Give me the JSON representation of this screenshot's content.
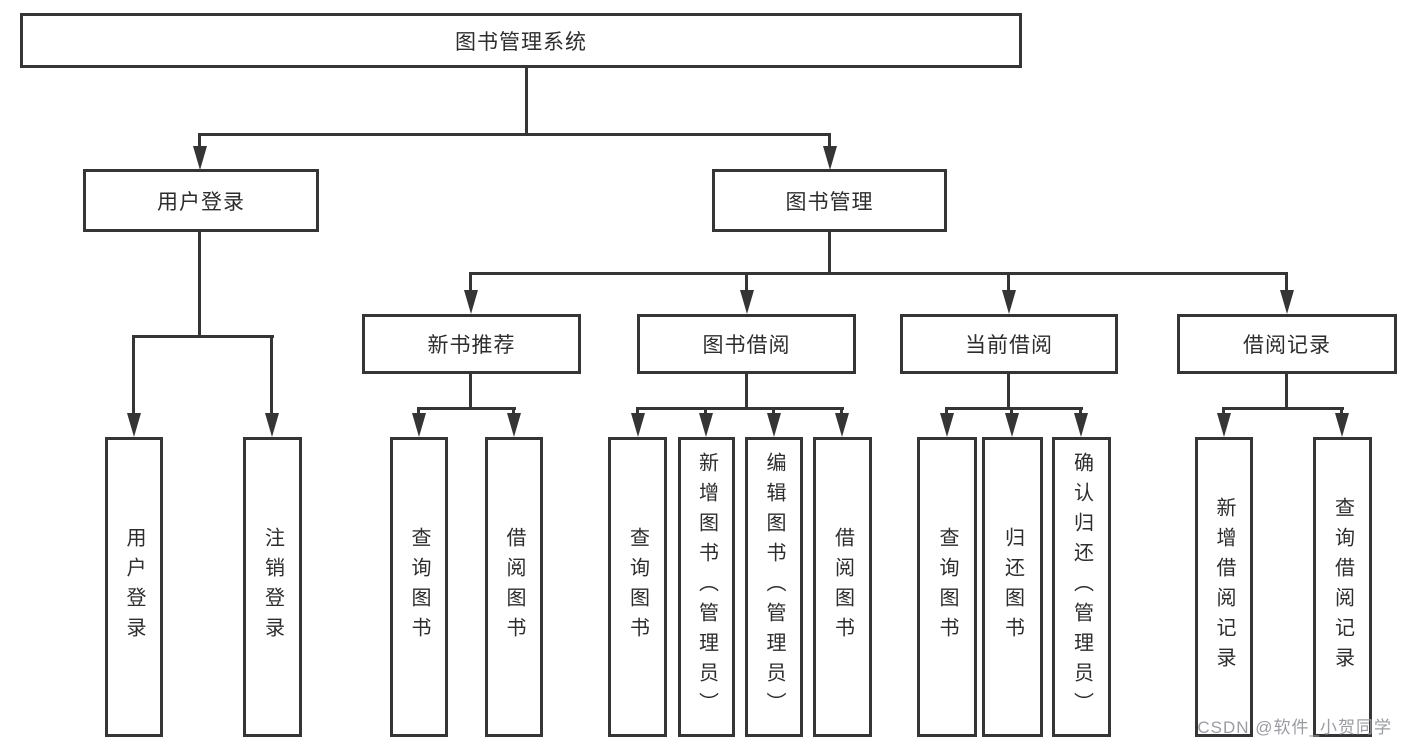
{
  "diagram_title": "图书管理系统",
  "nodes": {
    "root": "图书管理系统",
    "user_login": "用户登录",
    "book_mgmt": "图书管理",
    "new_book_rec": "新书推荐",
    "book_borrow": "图书借阅",
    "current_borrow": "当前借阅",
    "borrow_record": "借阅记录",
    "leaf_user_login": "用户登录",
    "leaf_logout": "注销登录",
    "leaf_query_book_1": "查询图书",
    "leaf_borrow_book_1": "借阅图书",
    "leaf_query_book_2": "查询图书",
    "leaf_add_book": "新增图书（管理员）",
    "leaf_edit_book": "编辑图书（管理员）",
    "leaf_borrow_book_2": "借阅图书",
    "leaf_query_book_3": "查询图书",
    "leaf_return_book": "归还图书",
    "leaf_confirm_return": "确认归还（管理员）",
    "leaf_add_record": "新增借阅记录",
    "leaf_query_record": "查询借阅记录"
  },
  "watermark": "CSDN @软件_小贺同学",
  "colors": {
    "line": "#353535",
    "text": "#2d2d2d",
    "watermark": "#9a9ca2",
    "background": "#ffffff"
  }
}
